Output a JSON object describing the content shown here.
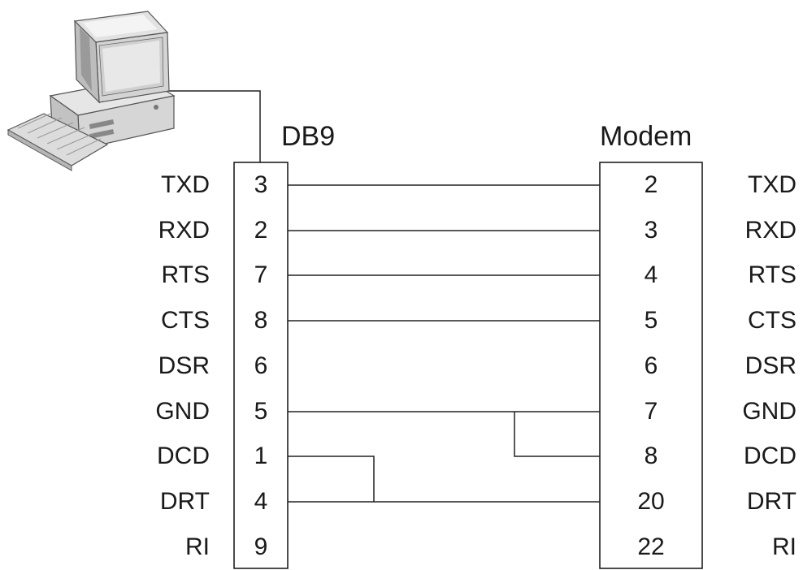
{
  "headers": {
    "left": "DB9",
    "right": "Modem"
  },
  "rows": [
    {
      "signal": "TXD",
      "db9_pin": "3",
      "modem_pin": "2",
      "modem_signal": "TXD"
    },
    {
      "signal": "RXD",
      "db9_pin": "2",
      "modem_pin": "3",
      "modem_signal": "RXD"
    },
    {
      "signal": "RTS",
      "db9_pin": "7",
      "modem_pin": "4",
      "modem_signal": "RTS"
    },
    {
      "signal": "CTS",
      "db9_pin": "8",
      "modem_pin": "5",
      "modem_signal": "CTS"
    },
    {
      "signal": "DSR",
      "db9_pin": "6",
      "modem_pin": "6",
      "modem_signal": "DSR"
    },
    {
      "signal": "GND",
      "db9_pin": "5",
      "modem_pin": "7",
      "modem_signal": "GND"
    },
    {
      "signal": "DCD",
      "db9_pin": "1",
      "modem_pin": "8",
      "modem_signal": "DCD"
    },
    {
      "signal": "DRT",
      "db9_pin": "4",
      "modem_pin": "20",
      "modem_signal": "DRT"
    },
    {
      "signal": "RI",
      "db9_pin": "9",
      "modem_pin": "22",
      "modem_signal": "RI"
    }
  ],
  "connections": [
    {
      "from": "TXD",
      "to": "TXD"
    },
    {
      "from": "RXD",
      "to": "RXD"
    },
    {
      "from": "RTS",
      "to": "RTS"
    },
    {
      "from": "CTS",
      "to": "CTS"
    },
    {
      "from": "GND",
      "to": "GND",
      "bridge_to": "DCD"
    },
    {
      "from": "DRT",
      "to": "DRT",
      "bridge_from": "DCD"
    }
  ],
  "icons": {
    "computer": "desktop-computer-icon"
  }
}
